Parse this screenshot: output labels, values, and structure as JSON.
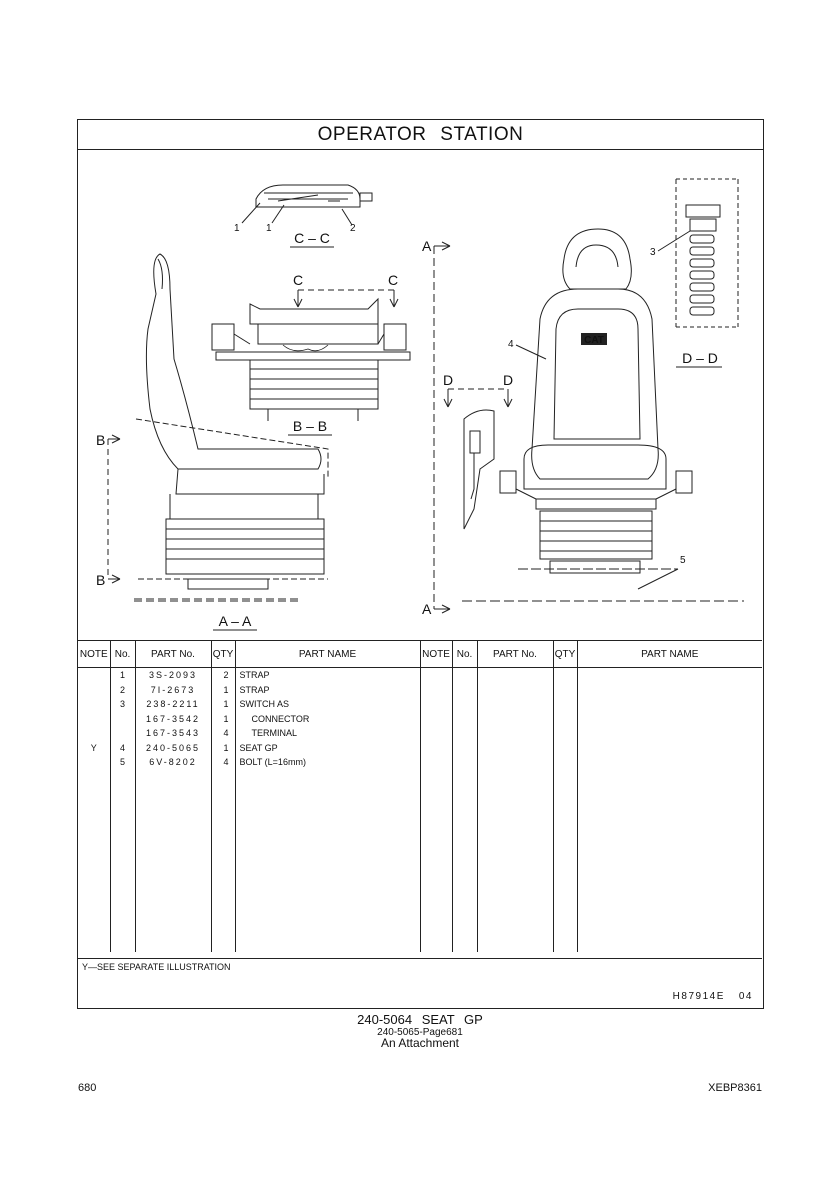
{
  "header": {
    "title": "OPERATOR STATION"
  },
  "illustration": {
    "views": {
      "cc": "C – C",
      "bb": "B – B",
      "aa": "A – A",
      "dd": "D – D"
    },
    "section_letters": {
      "a": "A",
      "b": "B",
      "c": "C",
      "d": "D"
    },
    "callouts": [
      "1",
      "1",
      "2",
      "3",
      "4",
      "5"
    ],
    "logo_text": "CAT"
  },
  "table": {
    "headers": [
      "NOTE",
      "No.",
      "PART No.",
      "QTY",
      "PART NAME",
      "NOTE",
      "No.",
      "PART No.",
      "QTY",
      "PART NAME"
    ],
    "rows": [
      {
        "note": "",
        "no": "1",
        "part_no": "3S-2093",
        "qty": "2",
        "name": "STRAP",
        "indent": false
      },
      {
        "note": "",
        "no": "2",
        "part_no": "7I-2673",
        "qty": "1",
        "name": "STRAP",
        "indent": false
      },
      {
        "note": "",
        "no": "3",
        "part_no": "238-2211",
        "qty": "1",
        "name": "SWITCH AS",
        "indent": false
      },
      {
        "note": "",
        "no": "",
        "part_no": "167-3542",
        "qty": "1",
        "name": "CONNECTOR",
        "indent": true
      },
      {
        "note": "",
        "no": "",
        "part_no": "167-3543",
        "qty": "4",
        "name": "TERMINAL",
        "indent": true
      },
      {
        "note": "Y",
        "no": "4",
        "part_no": "240-5065",
        "qty": "1",
        "name": "SEAT GP",
        "indent": false
      },
      {
        "note": "",
        "no": "5",
        "part_no": "6V-8202",
        "qty": "4",
        "name": "BOLT (L=16mm)",
        "indent": false
      }
    ],
    "footnote": "Y—SEE SEPARATE ILLUSTRATION",
    "illustration_code": "H87914E",
    "revision": "04"
  },
  "caption": {
    "line1": "240-5064 SEAT GP",
    "line2": "240-5065-Page681",
    "line3": "An Attachment"
  },
  "page": {
    "number": "680",
    "doc_id": "XEBP8361"
  }
}
